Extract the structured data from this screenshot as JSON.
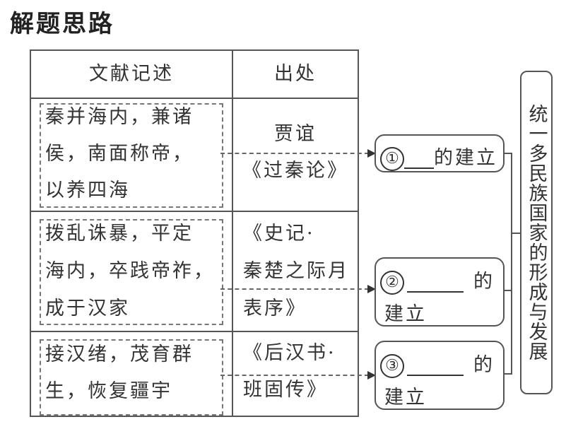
{
  "title": "解题思路",
  "table": {
    "headers": [
      "文献记述",
      "出处"
    ],
    "rows": [
      {
        "record_lines": [
          "秦并海内，兼诸",
          "侯，南面称帝，",
          "以养四海"
        ],
        "source_lines": [
          "贾谊",
          "《过秦论》"
        ]
      },
      {
        "record_lines": [
          "拨乱诛暴，平定",
          "海内，卒践帝祚，",
          "成于汉家"
        ],
        "source_lines": [
          "《史记·",
          "秦楚之际月",
          "表序》"
        ]
      },
      {
        "record_lines": [
          "接汉绪，茂育群",
          "生，恢复疆宇"
        ],
        "source_lines": [
          "《后汉书·",
          "班固传》"
        ]
      }
    ]
  },
  "answers": [
    {
      "number": "①",
      "line1_after": "的建立",
      "line2": ""
    },
    {
      "number": "②",
      "line1_after": "的",
      "line2": "建立"
    },
    {
      "number": "③",
      "line1_after": "的",
      "line2": "建立"
    }
  ],
  "conclusion": "统一多民族国家的形成与发展"
}
